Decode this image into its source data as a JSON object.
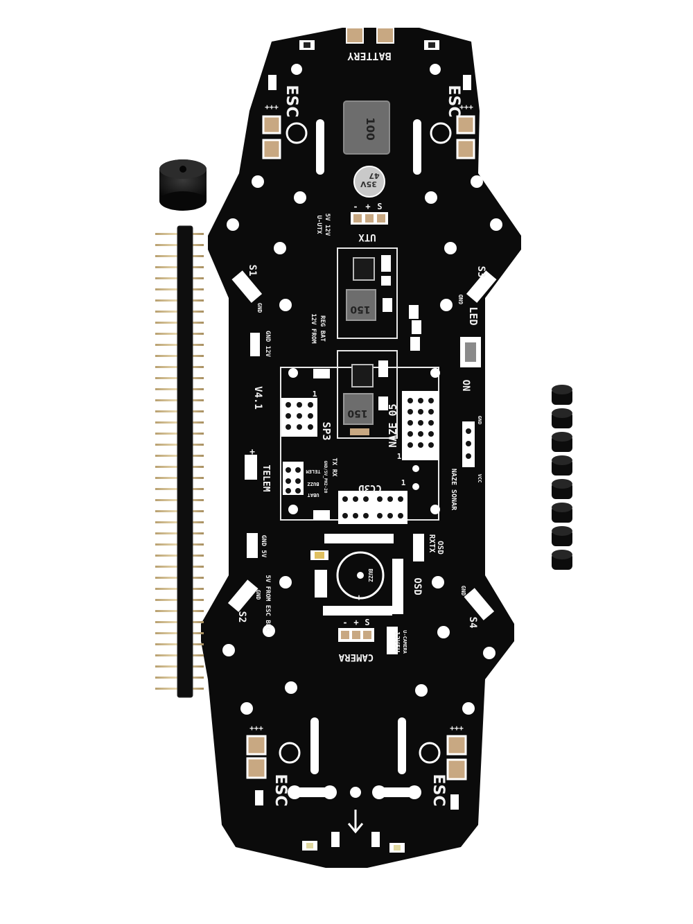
{
  "board": {
    "battery": "BATTERY",
    "esc": "ESC",
    "version": "V4.1",
    "utx": "UTX",
    "utx_pins": [
      "-",
      "+",
      "S"
    ],
    "utx_volt_a": "U-UTX",
    "utx_volt_b": "5V 12V",
    "s1": "S1",
    "s2": "S2",
    "s3": "S3",
    "s4": "S4",
    "gnd": "GND",
    "led": "LED",
    "on": "ON",
    "gnd_12v": "GND 12V",
    "reg_a": "12V FROM",
    "reg_b": "REG BAT",
    "inductor": "150",
    "inductor_top": "100",
    "cap_a": "47",
    "cap_b": "35V",
    "sp3": "SP3",
    "naze": "NAZE 05",
    "naze_pin": "1",
    "sp3_pin": "1",
    "telem": "TELEM",
    "telem_plus": "+",
    "cc3d": "CC3D",
    "cc3d_pin": "1",
    "naze_sonar": "NAZE SONAR",
    "sonar_gnd": "GND",
    "sonar_vcc": "VCC",
    "telem_small": "TELEM",
    "buzz_small": "BUZZ",
    "ubat": "UBAT",
    "gnd_fc": "GND/5V_PH2-20",
    "tx_rx": "TX RX",
    "rxtx": "RXTX",
    "osd": "OSD",
    "buzz": "BUZZ",
    "buzz_plus": "+",
    "gnd_5v": "GND 5V",
    "esc_bec": "5V FROM ESC BEC",
    "camera": "CAMERA",
    "camera_pins": [
      "-",
      "+",
      "S"
    ],
    "cam_volt_a": "12V5U",
    "cam_volt_b": "U-CAMERA",
    "plus_signs": "+++"
  },
  "colors": {
    "pcb": "#0b0b0b",
    "silkscreen": "#f2f2f2",
    "pad": "#c8a882",
    "header": "#111111",
    "pins": "#d9c49a"
  }
}
